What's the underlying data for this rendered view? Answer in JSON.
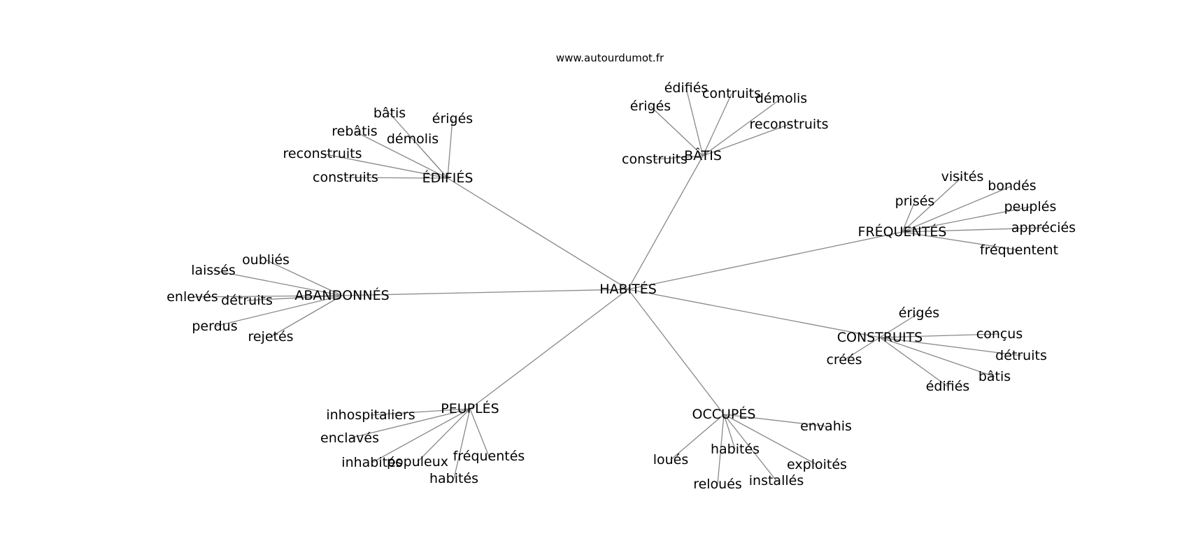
{
  "watermark": "www.autourdumot.fr",
  "graph": {
    "center": "HABITÉS",
    "clusters": [
      {
        "label": "ÉDIFIÉS",
        "leaves": [
          "bâtis",
          "érigés",
          "rebâtis",
          "démolis",
          "reconstruits",
          "construits"
        ]
      },
      {
        "label": "BÂTIS",
        "leaves": [
          "édifiés",
          "érigés",
          "contruits",
          "démolis",
          "reconstruits",
          "construits"
        ]
      },
      {
        "label": "FRÉQUENTÉS",
        "leaves": [
          "visités",
          "prisés",
          "bondés",
          "peuplés",
          "appréciés",
          "fréquentent"
        ]
      },
      {
        "label": "ABANDONNÉS",
        "leaves": [
          "oubliés",
          "laissés",
          "enlevés",
          "détruits",
          "perdus",
          "rejetés"
        ]
      },
      {
        "label": "CONSTRUITS",
        "leaves": [
          "érigés",
          "conçus",
          "créés",
          "détruits",
          "bâtis",
          "édifiés"
        ]
      },
      {
        "label": "PEUPLÉS",
        "leaves": [
          "inhospitaliers",
          "enclavés",
          "inhabités",
          "populeux",
          "fréquentés",
          "habités"
        ]
      },
      {
        "label": "OCCUPÉS",
        "leaves": [
          "envahis",
          "habités",
          "loués",
          "exploités",
          "reloués",
          "installés"
        ]
      }
    ]
  }
}
